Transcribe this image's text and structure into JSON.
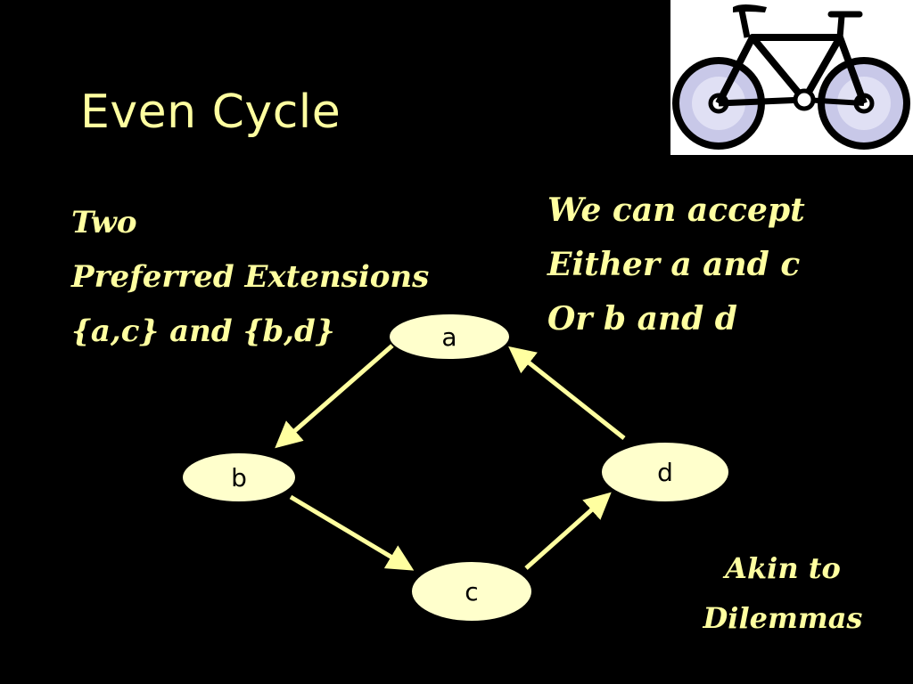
{
  "slide": {
    "title": "Even Cycle",
    "left_text": [
      "Two",
      "Preferred Extensions",
      "{a,c} and {b,d}"
    ],
    "right_text": [
      "We can accept",
      "Either a and c",
      "Or b and d"
    ],
    "bottom_right_text": [
      "Akin to",
      "Dilemmas"
    ]
  },
  "diagram": {
    "nodes": [
      {
        "id": "a",
        "label": "a"
      },
      {
        "id": "b",
        "label": "b"
      },
      {
        "id": "c",
        "label": "c"
      },
      {
        "id": "d",
        "label": "d"
      }
    ],
    "edges": [
      {
        "from": "a",
        "to": "b"
      },
      {
        "from": "b",
        "to": "c"
      },
      {
        "from": "c",
        "to": "d"
      },
      {
        "from": "d",
        "to": "a"
      }
    ],
    "node_fill": "#ffffcc",
    "edge_color": "#ffffa0"
  },
  "colors": {
    "background": "#000000",
    "text": "#ffffa0"
  },
  "image": {
    "icon": "bicycle-icon"
  }
}
